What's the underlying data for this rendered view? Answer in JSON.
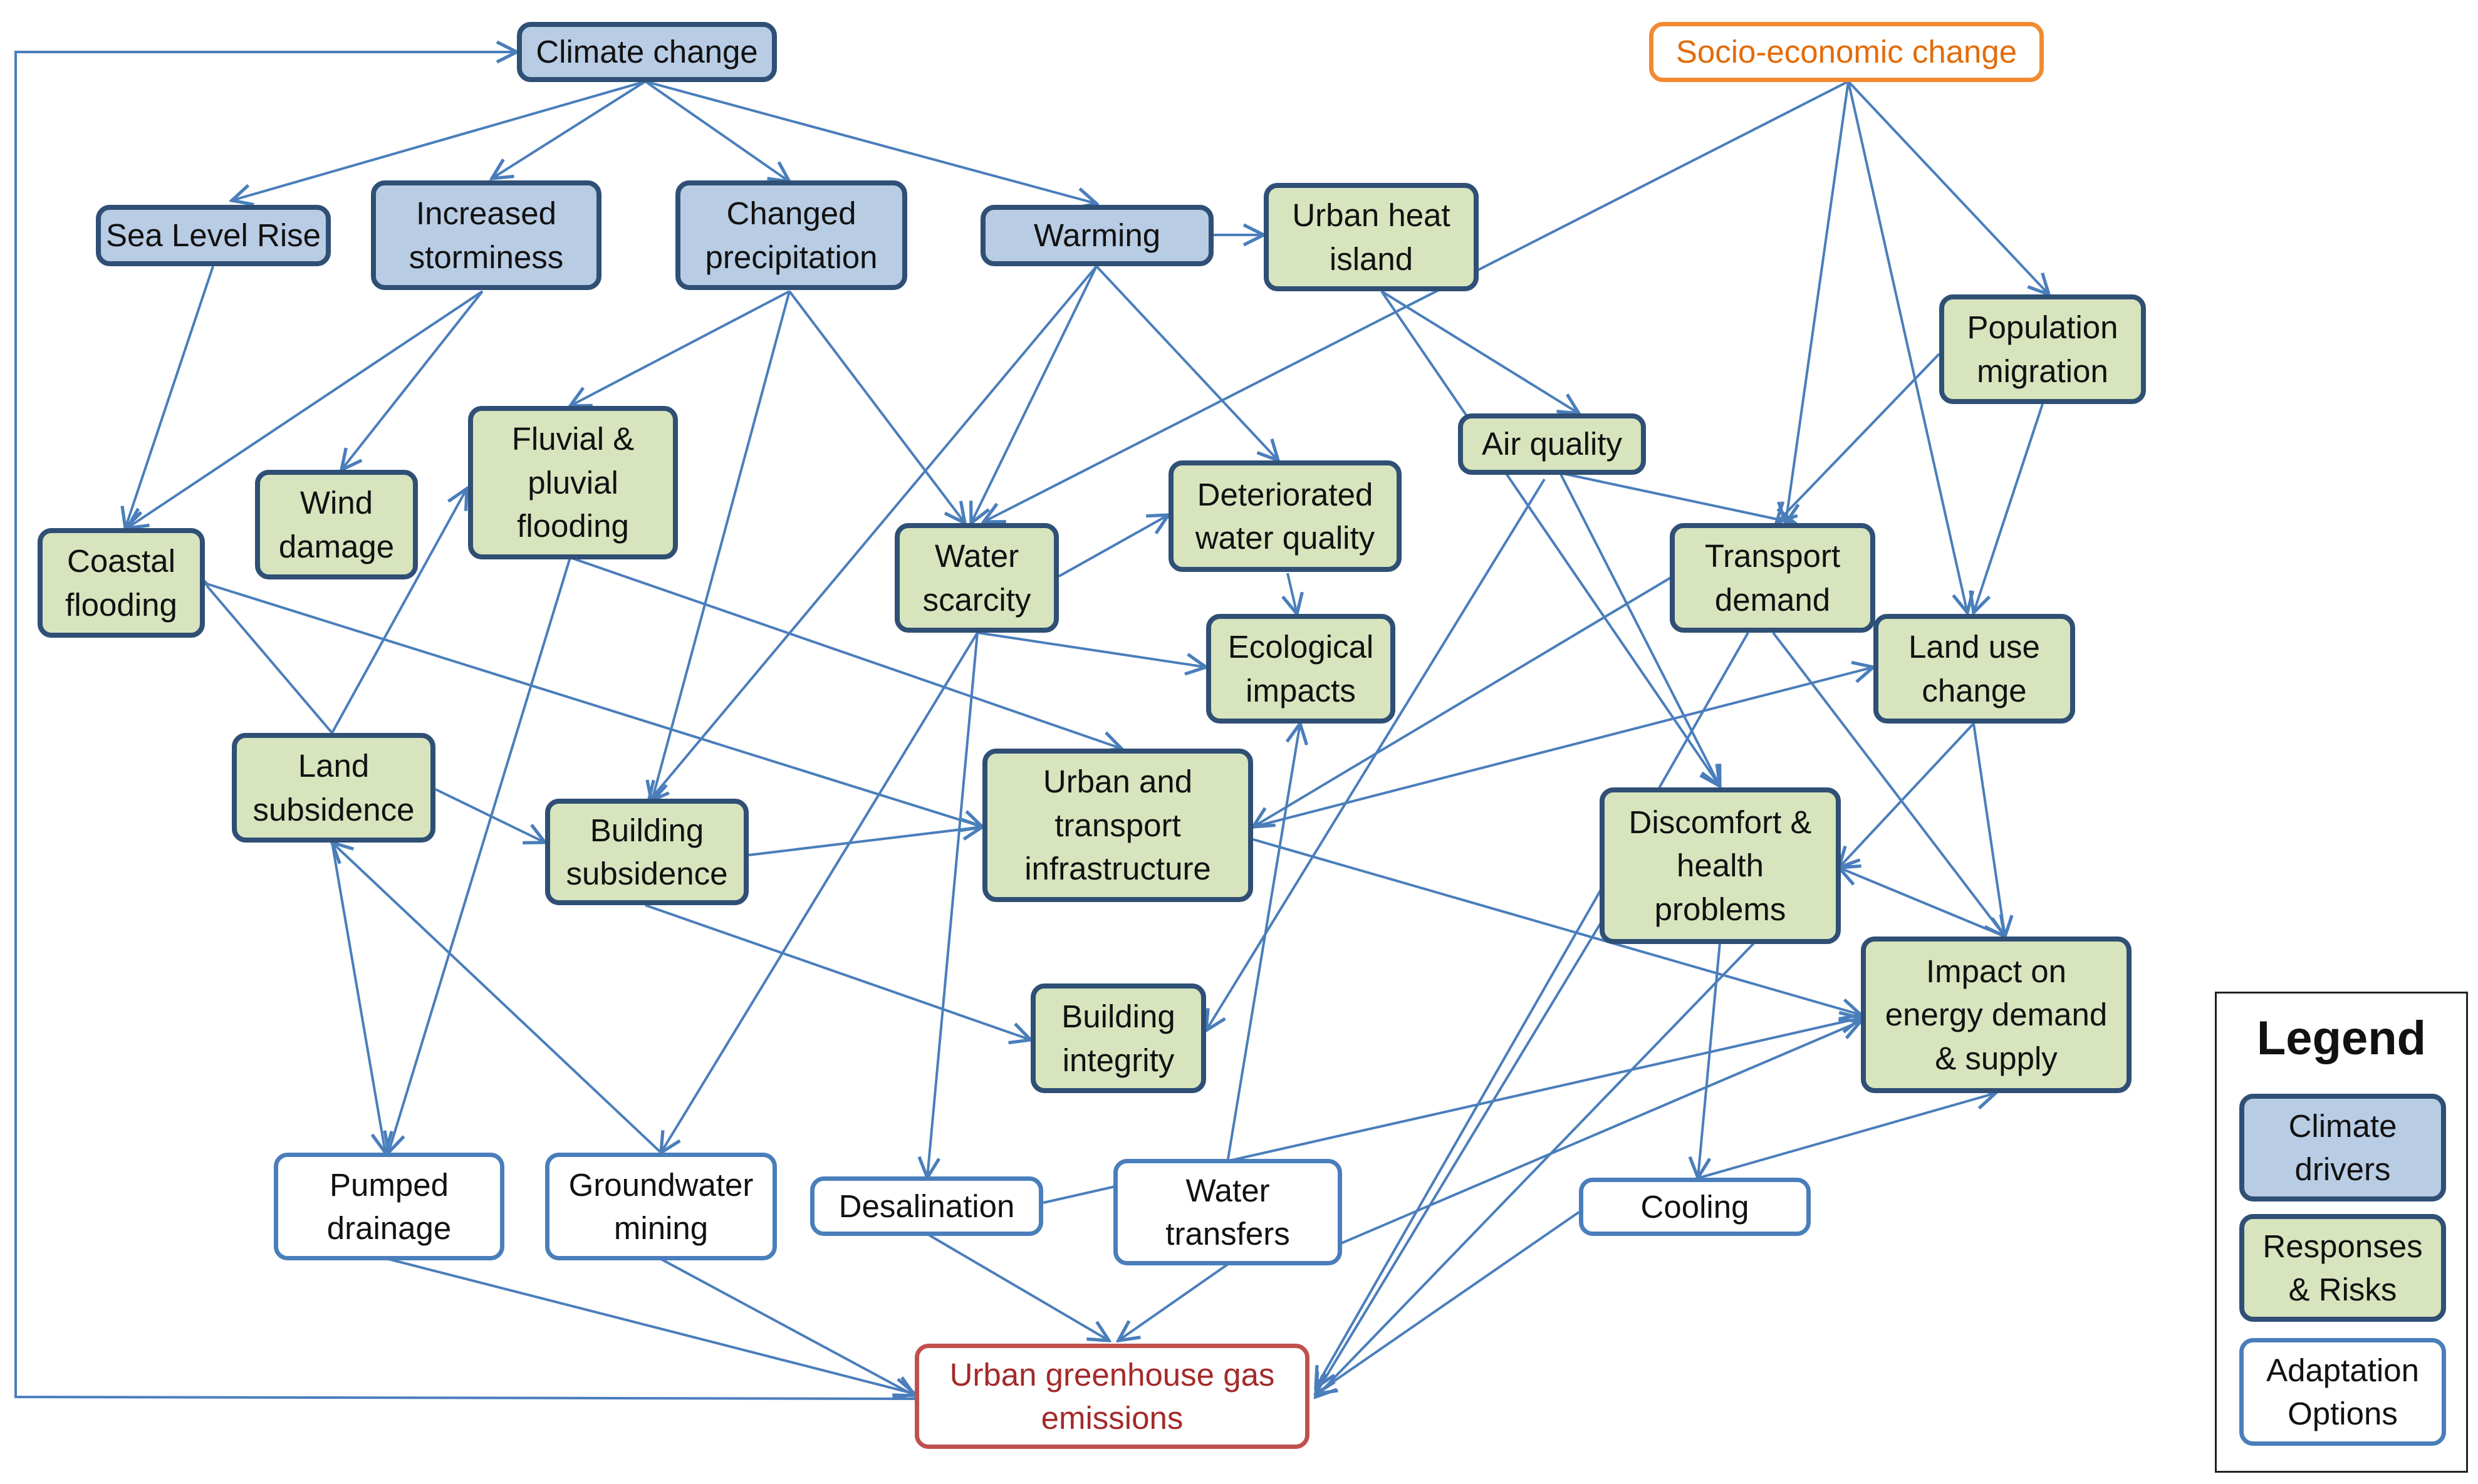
{
  "nodes": {
    "climate_change": "Climate change",
    "socio_economic_change": "Socio-economic change",
    "sea_level_rise": "Sea Level Rise",
    "increased_storminess": [
      "Increased",
      "storminess"
    ],
    "changed_precipitation": [
      "Changed",
      "precipitation"
    ],
    "warming": "Warming",
    "urban_heat_island": [
      "Urban heat",
      "island"
    ],
    "population_migration": [
      "Population",
      "migration"
    ],
    "air_quality": "Air quality",
    "fluvial_pluvial_flooding": [
      "Fluvial &",
      "pluvial",
      "flooding"
    ],
    "wind_damage": [
      "Wind",
      "damage"
    ],
    "coastal_flooding": [
      "Coastal",
      "flooding"
    ],
    "water_scarcity": [
      "Water",
      "scarcity"
    ],
    "deteriorated_water_quality": [
      "Deteriorated",
      "water quality"
    ],
    "ecological_impacts": [
      "Ecological",
      "impacts"
    ],
    "transport_demand": [
      "Transport",
      "demand"
    ],
    "land_use_change": [
      "Land use",
      "change"
    ],
    "land_subsidence": [
      "Land",
      "subsidence"
    ],
    "building_subsidence": [
      "Building",
      "subsidence"
    ],
    "urban_transport_infrastructure": [
      "Urban and",
      "transport",
      "infrastructure"
    ],
    "discomfort_health": [
      "Discomfort &",
      "health",
      "problems"
    ],
    "building_integrity": [
      "Building",
      "integrity"
    ],
    "energy_demand_supply": [
      "Impact on",
      "energy demand",
      "& supply"
    ],
    "pumped_drainage": [
      "Pumped",
      "drainage"
    ],
    "groundwater_mining": [
      "Groundwater",
      "mining"
    ],
    "desalination": "Desalination",
    "water_transfers": [
      "Water",
      "transfers"
    ],
    "cooling": "Cooling",
    "urban_ghg_emissions": [
      "Urban greenhouse gas",
      "emissions"
    ]
  },
  "legend": {
    "title": "Legend",
    "climate_drivers": [
      "Climate",
      "drivers"
    ],
    "responses_risks": [
      "Responses",
      "& Risks"
    ],
    "adaptation_options": [
      "Adaptation",
      "Options"
    ]
  },
  "colors": {
    "arrow": "#4a7ebb",
    "climate_driver_fill": "#b8cce4",
    "response_risk_fill": "#d7e4bd",
    "adaptation_option_fill": "#ffffff",
    "node_border": "#2f4f75",
    "socio_economic_text": "#e36c0a",
    "emissions_text": "#a52a2a"
  }
}
